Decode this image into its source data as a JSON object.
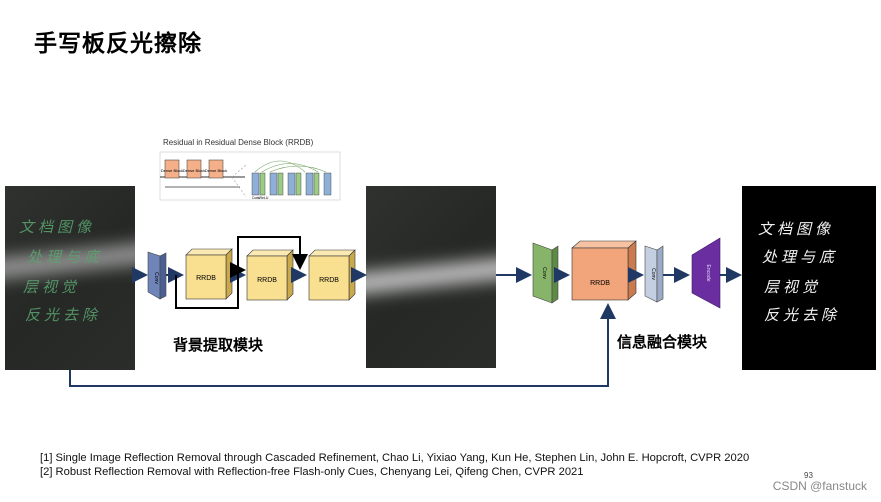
{
  "title": "手写板反光擦除",
  "rrdb_inset": {
    "caption": "Residual in Residual Dense Block (RRDB)",
    "block_labels": [
      "Dense Block",
      "Dense Block",
      "Dense Block"
    ],
    "layer_labels": [
      "Conv",
      "LReLU"
    ]
  },
  "input_text_lines": [
    "文档图像",
    "处理与底",
    "层视觉",
    "反光去除"
  ],
  "output_text_lines": [
    "文档图像",
    "处理与底",
    "层视觉",
    "反光去除"
  ],
  "modules": {
    "conv_label": "Conv",
    "rrdb_label": "RRDB",
    "encode_label": "Encode",
    "background_module": "背景提取模块",
    "fusion_module": "信息融合模块"
  },
  "references": [
    "[1] Single Image Reflection Removal through Cascaded Refinement, Chao Li, Yixiao Yang, Kun He, Stephen Lin, John E. Hopcroft, CVPR 2020",
    "[2] Robust Reflection Removal with Reflection-free Flash-only Cues, Chenyang Lei, Qifeng Chen, CVPR 2021"
  ],
  "page_number": "93",
  "watermark": "CSDN @fanstuck",
  "colors": {
    "rrdb_fill": "#f9df90",
    "rrdb_fusion_fill": "#f2a57a",
    "conv_blue": "#6f84b8",
    "conv_green": "#86b56a",
    "conv_light": "#c4d0e2",
    "encode": "#6a2ea0",
    "arrow": "#1f3864"
  }
}
